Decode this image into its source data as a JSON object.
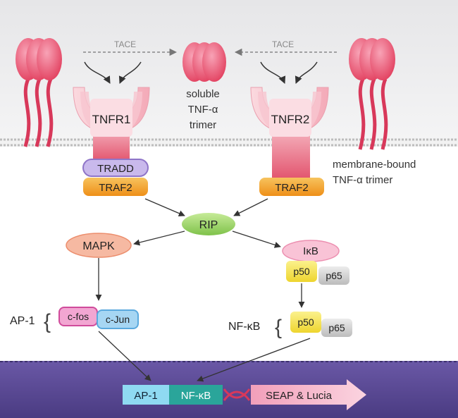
{
  "labels": {
    "tace_left": "TACE",
    "tace_right": "TACE",
    "soluble": [
      "soluble",
      "TNF-α",
      "trimer"
    ],
    "tnfr1": "TNFR1",
    "tnfr2": "TNFR2",
    "tradd": "TRADD",
    "traf2_left": "TRAF2",
    "traf2_right": "TRAF2",
    "membrane_bound": [
      "membrane-bound",
      "TNF-α trimer"
    ],
    "rip": "RIP",
    "mapk": "MAPK",
    "ikb": "IκB",
    "p50_top": "p50",
    "p65_top": "p65",
    "ap1_left": "AP-1",
    "cfos": "c-fos",
    "cjun": "c-Jun",
    "nfkb_left": "NF-κB",
    "p50_bottom": "p50",
    "p65_bottom": "p65",
    "dna_ap1": "AP-1",
    "dna_nfkb": "NF-κB",
    "reporter": "SEAP & Lucia"
  },
  "colors": {
    "trimer_red": "#e84a6a",
    "receptor_pink": "#f6b8c4",
    "tradd_purple": "#b9a6df",
    "traf2_orange": "#f2a431",
    "rip_green": "#9bd36a",
    "mapk_salmon": "#f4a78c",
    "ikb_pink": "#f7b5cd",
    "p50_yellow": "#f4e34a",
    "p65_gray": "#cfcfcf",
    "cfos_magenta": "#e26bb0",
    "cjun_blue": "#7fc1ea",
    "nucleus_purple": "#5b4a93",
    "dna_cyan": "#7ed2ee",
    "dna_teal": "#2aa59a",
    "reporter_pink": "#f6b9cc"
  }
}
